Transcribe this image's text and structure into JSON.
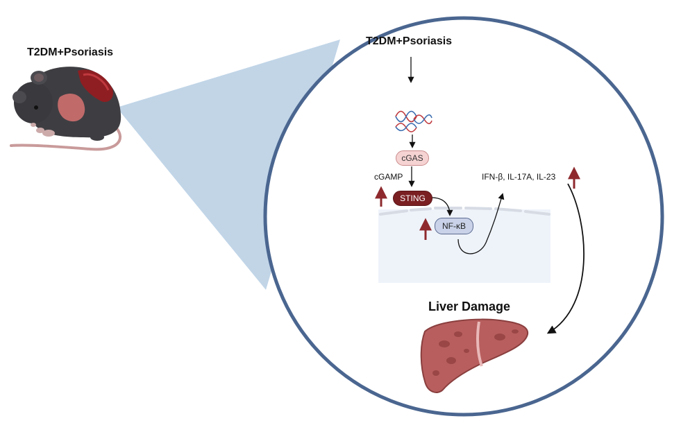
{
  "left_title": "T2DM+Psoriasis",
  "circle_title": "T2DM+Psoriasis",
  "nodes": {
    "cgas": "cGAS",
    "cgamp": "cGAMP",
    "sting": "STING",
    "nfkb": "NF-κB",
    "cytokines": "IFN-β, IL-17A,  IL-23"
  },
  "outcome": "Liver Damage",
  "colors": {
    "circle_border": "#4a6690",
    "cone": "#bed3e6",
    "up_arrow": "#8e2a2e",
    "sting_fill": "#7a1f22",
    "cgas_fill": "#f6d3d3",
    "nfkb_fill": "#c9d2e8",
    "liver": "#b85e5e",
    "cytoplasm": "#eef3fa"
  },
  "icons": [
    "mouse-icon",
    "dna-icon",
    "liver-icon",
    "up-arrow-icon"
  ]
}
